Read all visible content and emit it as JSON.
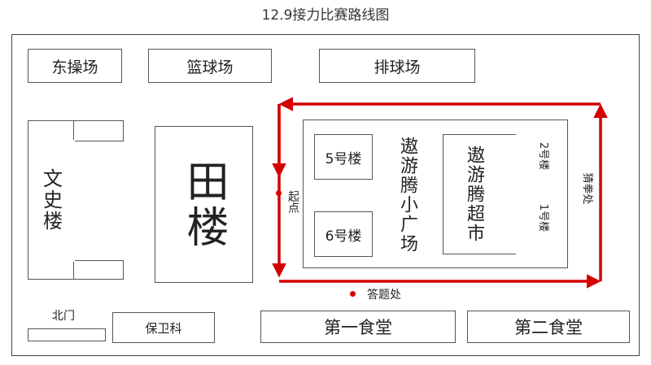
{
  "title": "12.9接力比赛路线图",
  "buildings": {
    "east_field": "东操场",
    "basketball": "篮球场",
    "volleyball": "排球场",
    "wenshi": "文史楼",
    "tian": "田楼",
    "building5": "5号楼",
    "building6": "6号楼",
    "square": "遨游腾小广场",
    "market": "遨游腾超市",
    "building2": "2号楼",
    "building1": "1号楼",
    "north_gate": "北门",
    "security": "保卫科",
    "canteen1": "第一食堂",
    "canteen2": "第二食堂"
  },
  "markers": {
    "start": "起点",
    "answer": "答题处",
    "guess": "猜拳处"
  },
  "colors": {
    "route": "#d40000",
    "outline": "#555555"
  }
}
